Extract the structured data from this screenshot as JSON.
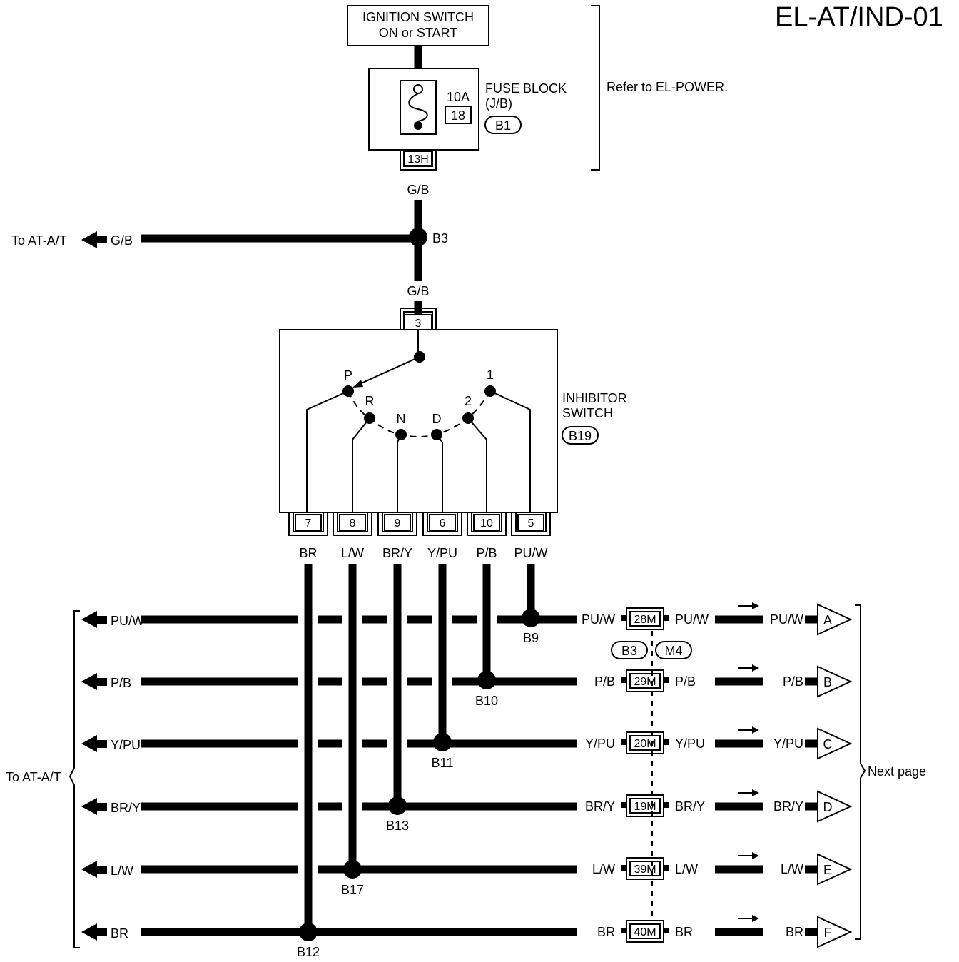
{
  "page_code": "EL-AT/IND-01",
  "ignition": {
    "line1": "IGNITION SWITCH",
    "line2": "ON or START"
  },
  "fuse_block": {
    "title_line1": "FUSE BLOCK",
    "title_line2": "(J/B)",
    "connector_badge": "B1",
    "fuse_rating": "10A",
    "fuse_number": "18",
    "terminal": "13H"
  },
  "refer_note": "Refer to EL-POWER.",
  "feed_wire": "G/B",
  "splice_b3": {
    "label": "B3",
    "branch_wire": "G/B",
    "destination": "To AT-A/T"
  },
  "inhibitor_switch": {
    "title_line1": "INHIBITOR",
    "title_line2": "SWITCH",
    "connector_badge": "B19",
    "input_terminal": "3",
    "positions": [
      "P",
      "R",
      "N",
      "D",
      "2",
      "1"
    ],
    "terminals": [
      "7",
      "8",
      "9",
      "6",
      "10",
      "5"
    ],
    "terminal_wires": [
      "BR",
      "L/W",
      "BR/Y",
      "Y/PU",
      "P/B",
      "PU/W"
    ]
  },
  "left_destination": "To AT-A/T",
  "right_destination": "Next page",
  "joint_connectors": [
    "B3",
    "M4"
  ],
  "circuits": [
    {
      "wire": "PU/W",
      "splice": "B9",
      "connector": "28M",
      "ref": "A"
    },
    {
      "wire": "P/B",
      "splice": "B10",
      "connector": "29M",
      "ref": "B"
    },
    {
      "wire": "Y/PU",
      "splice": "B11",
      "connector": "20M",
      "ref": "C"
    },
    {
      "wire": "BR/Y",
      "splice": "B13",
      "connector": "19M",
      "ref": "D"
    },
    {
      "wire": "L/W",
      "splice": "B17",
      "connector": "39M",
      "ref": "E"
    },
    {
      "wire": "BR",
      "splice": "B12",
      "connector": "40M",
      "ref": "F"
    }
  ]
}
